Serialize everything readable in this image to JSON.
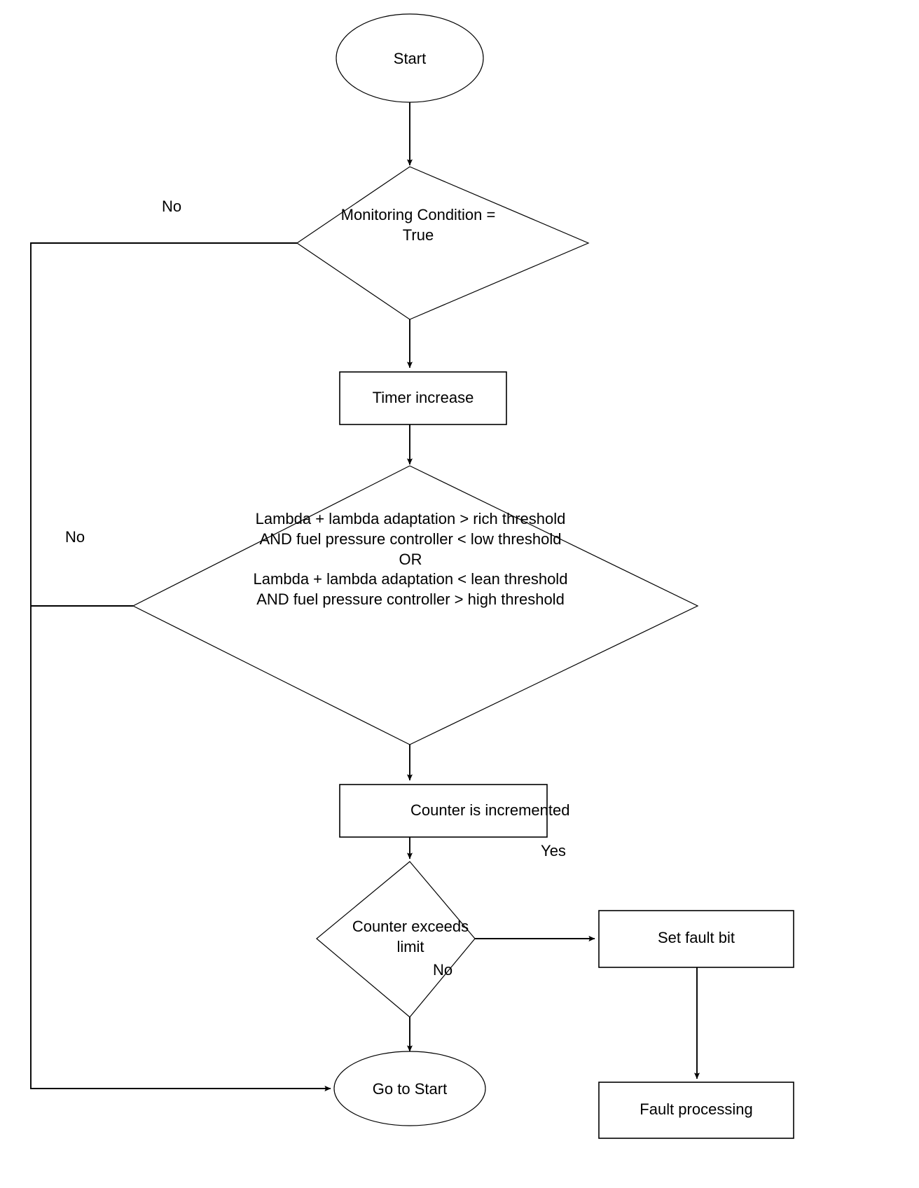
{
  "diagram": {
    "title": "Fuel pressure / lambda plausibility monitoring flowchart",
    "type": "flowchart",
    "nodes": {
      "start": {
        "shape": "terminator",
        "label": "Start"
      },
      "monitoring_condition": {
        "shape": "decision",
        "label_line_1": "Monitoring Condition =",
        "label_line_2": "True"
      },
      "timer_increase": {
        "shape": "process",
        "label": "Timer increase"
      },
      "lambda_condition": {
        "shape": "decision",
        "label_line_1": "Lambda + lambda adaptation > rich threshold",
        "label_line_2": "AND fuel pressure controller < low threshold",
        "label_line_3": "OR",
        "label_line_4": "Lambda + lambda adaptation < lean threshold",
        "label_line_5": "AND fuel pressure controller > high threshold"
      },
      "counter_incremented": {
        "shape": "process",
        "label": "Counter is incremented"
      },
      "counter_exceeds_limit": {
        "shape": "decision",
        "label_line_1": "Counter exceeds",
        "label_line_2": "limit"
      },
      "set_fault_bit": {
        "shape": "process",
        "label": "Set fault bit"
      },
      "fault_processing": {
        "shape": "process",
        "label": "Fault processing"
      },
      "go_to_start": {
        "shape": "terminator",
        "label": "Go to Start"
      }
    },
    "edge_labels": {
      "monitoring_no": "No",
      "lambda_no": "No",
      "counter_yes": "Yes",
      "counter_no": "No"
    },
    "colors": {
      "stroke": "#000000",
      "fill": "#ffffff",
      "text": "#000000"
    }
  }
}
